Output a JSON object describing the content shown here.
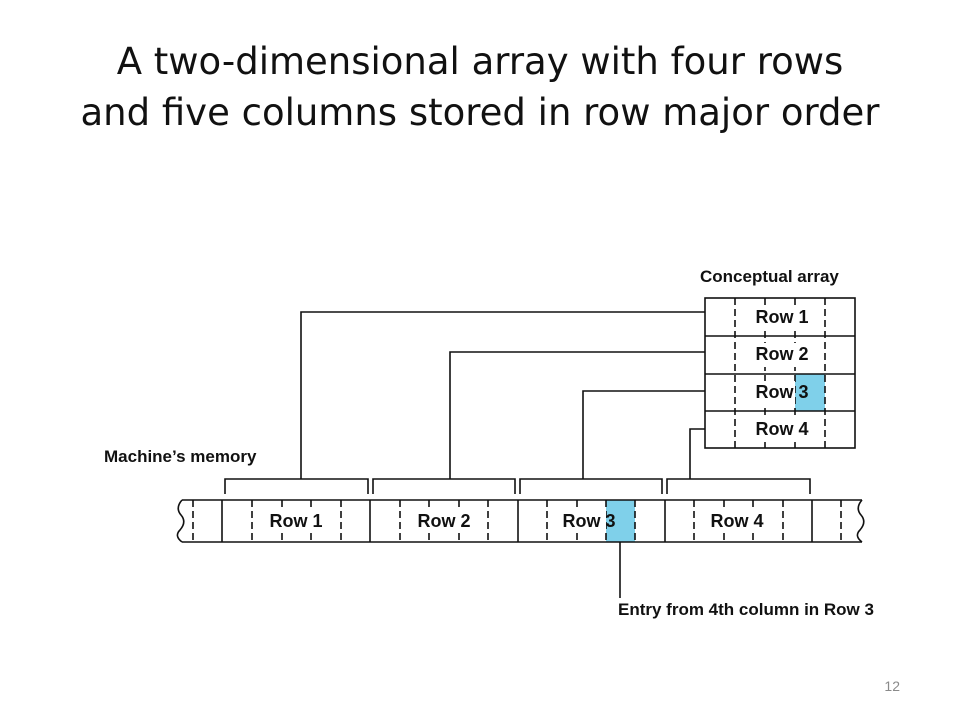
{
  "title": {
    "line1": "A two-dimensional array with four rows",
    "line2": "and five columns stored in row major order"
  },
  "diagram": {
    "conceptual_label": "Conceptual array",
    "memory_label": "Machine’s memory",
    "entry_label": "Entry from 4th column in Row 3",
    "rows": [
      "Row 1",
      "Row 2",
      "Row 3",
      "Row 4"
    ],
    "highlight_row": 3,
    "highlight_column": 4,
    "highlight_color": "#7fd0ea"
  },
  "page_number": "12"
}
